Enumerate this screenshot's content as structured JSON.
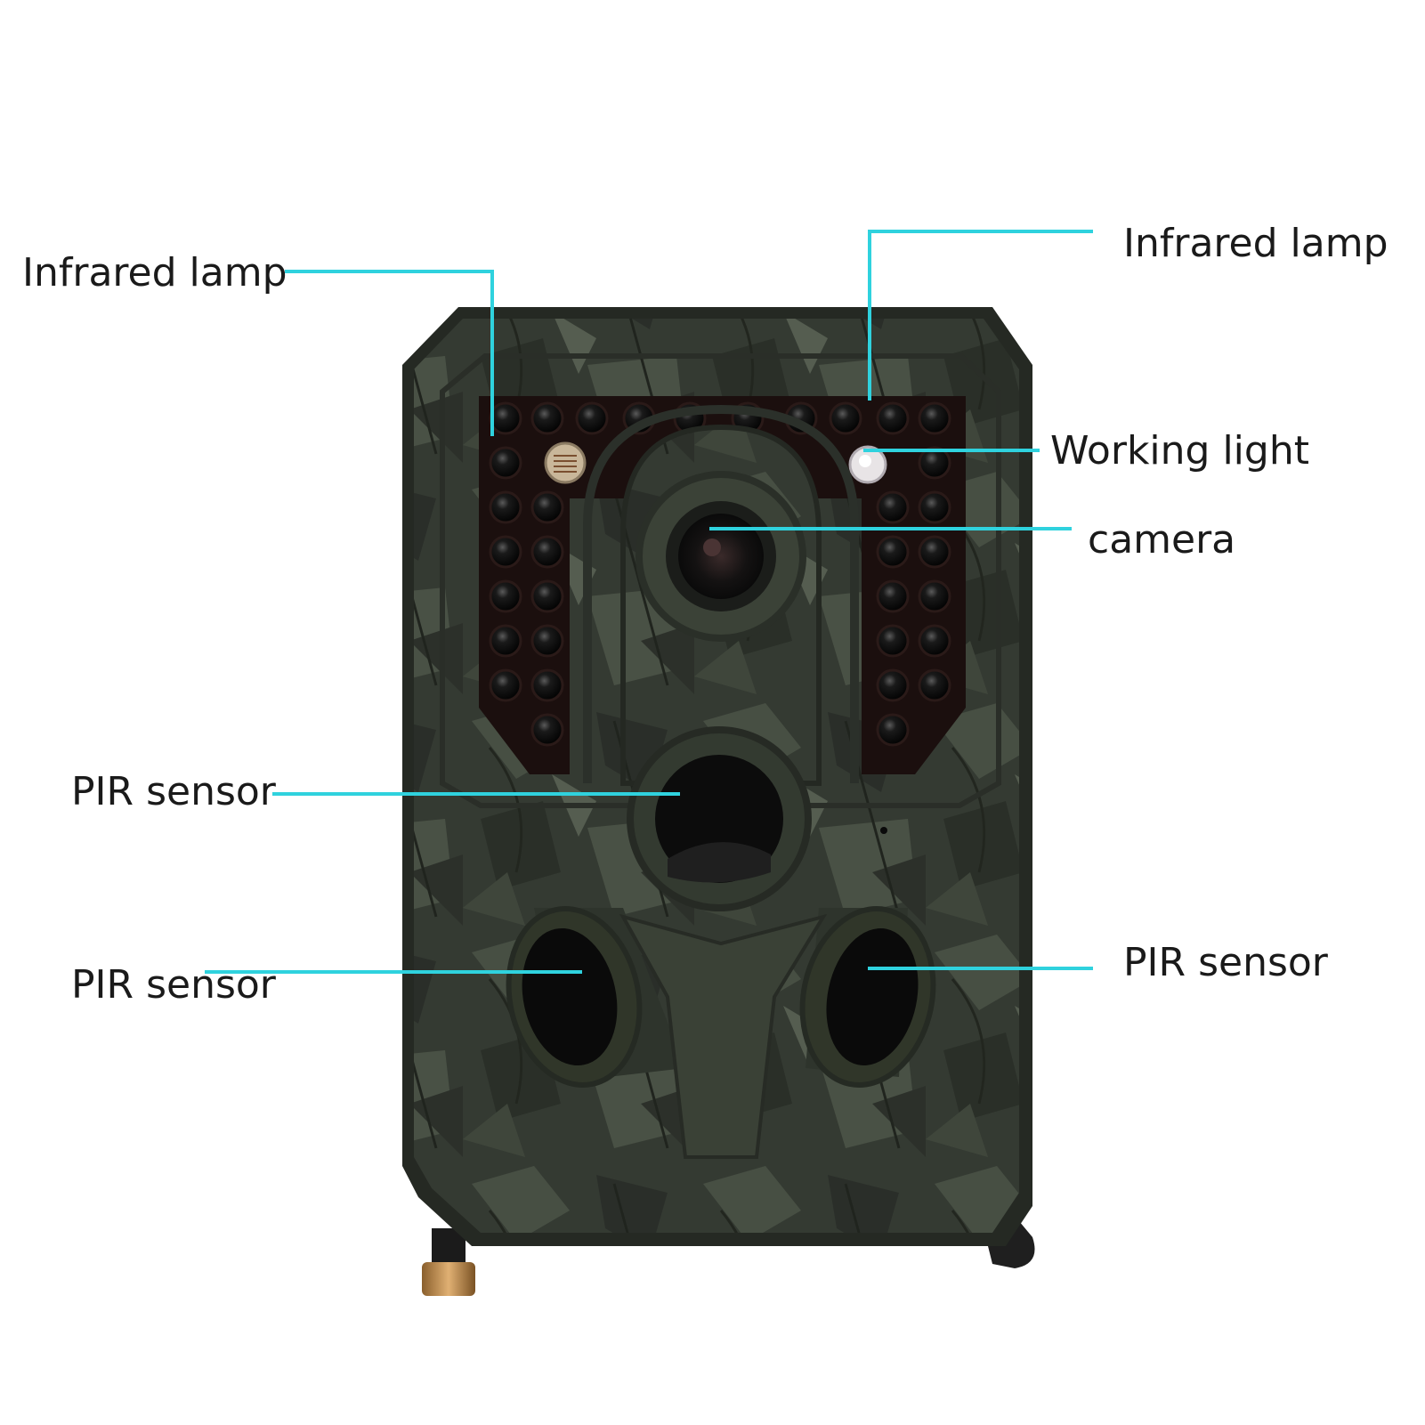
{
  "colors": {
    "leader_line": "#2fd2de",
    "label_text": "#1a1a1a",
    "housing_dark": "#2b2f2a",
    "housing_mid": "#3c4239",
    "housing_light": "#4d5548",
    "led_panel": "#1c0f0e",
    "led": "#0b0b0b",
    "screw": "#b8864a"
  },
  "icons": [
    "trail-camera-housing",
    "infrared-led",
    "light-sensor",
    "camera-lens",
    "pir-sensor-lens",
    "mounting-screw"
  ],
  "labels": {
    "ir_left": "Infrared lamp",
    "ir_right": "Infrared lamp",
    "working_light": "Working light",
    "camera": "camera",
    "pir_top": "PIR sensor",
    "pir_left": "PIR sensor",
    "pir_right": "PIR sensor"
  }
}
